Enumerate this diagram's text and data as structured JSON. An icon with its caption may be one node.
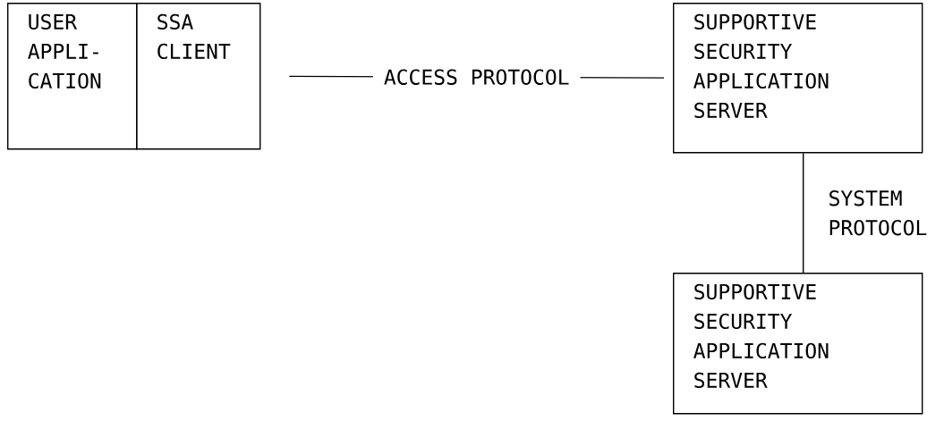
{
  "diagram": {
    "nodes": [
      {
        "text": [
          "USER APPLI- CATION"
        ]
      },
      {
        "text": [
          "SSA CLIENT"
        ]
      },
      {
        "text": [
          "SUPPORTIVE SECURITY APPLICATION SERVER"
        ]
      },
      {
        "text": [
          "SUPPORTIVE SECURITY APPLICATION SERVER"
        ]
      }
    ],
    "edges": [
      {
        "from": 1,
        "to": 2,
        "arrow": "none",
        "label": "ACCESS PROTOCOL"
      },
      {
        "from": 2,
        "to": 3,
        "arrow": "none",
        "label": "SYSTEM PROTOCOL"
      }
    ]
  }
}
